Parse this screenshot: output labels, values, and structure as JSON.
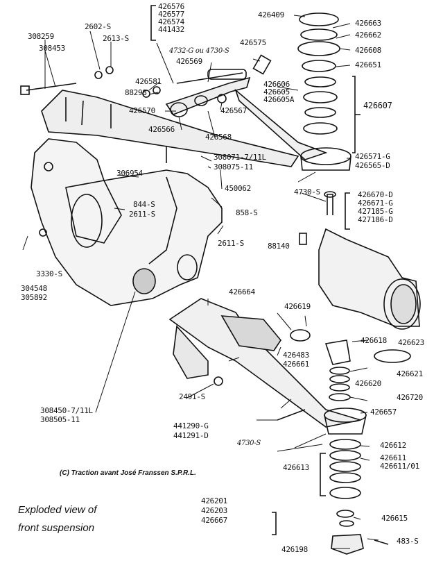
{
  "copyright": "(C) Traction avant José Franssen S.P.R.L.",
  "caption": [
    "Exploded view of",
    "front suspension"
  ],
  "labels": {
    "l308259": "308259",
    "l308453": "308453",
    "l2602": "2602-S",
    "l2613": "2613-S",
    "top_stack": [
      "426576",
      "426577",
      "426574",
      "441432"
    ],
    "l4732": "4732-G ou 4730-S",
    "l426569": "426569",
    "l426575": "426575",
    "l426581": "426581",
    "l88298": "88298",
    "l426570": "426570",
    "l426566": "426566",
    "l426567": "426567",
    "l426568": "426568",
    "l426605_stack": [
      "426606",
      "426605",
      "426605A"
    ],
    "l426409": "426409",
    "l426663": "426663",
    "l426662": "426662",
    "l426608": "426608",
    "l426651": "426651",
    "l426607": "426607",
    "l308071": "308071-7/11L",
    "l308075": "308075-11",
    "l306954": "306954",
    "l450062": "450062",
    "l858": "858-S",
    "l844": "844-S",
    "l2611a": "2611-S",
    "l2611b": "2611-S",
    "l426571": "426571-G",
    "l426565": "426565-D",
    "l4730": "4730-S",
    "l426670_stack": [
      "426670-D",
      "426671-G",
      "427185-G",
      "427186-D"
    ],
    "l88140": "88140",
    "l3330": "3330-S",
    "l304548": "304548",
    "l305892": "305892",
    "l426664": "426664",
    "l426619": "426619",
    "l426618": "426618",
    "l426623": "426623",
    "l426483": "426483",
    "l426661": "426661",
    "l426621": "426621",
    "l426620": "426620",
    "l426720": "426720",
    "l426657": "426657",
    "l2491": "2491-S",
    "l308450": "308450-7/11L",
    "l308505": "308505-11",
    "l441290": "441290-G",
    "l441291": "441291-D",
    "l4730b": "4730-S",
    "l426612": "426612",
    "l426611": "426611",
    "l426611b": "426611/01",
    "l426613": "426613",
    "l426201": "426201",
    "l426203": "426203",
    "l426667": "426667",
    "l426615": "426615",
    "l426198": "426198",
    "l483": "483-S"
  }
}
